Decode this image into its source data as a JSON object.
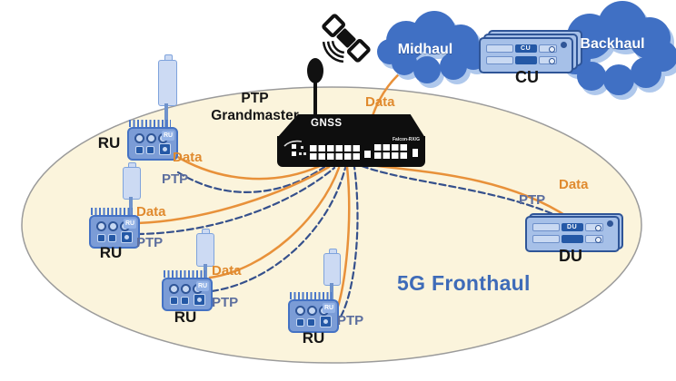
{
  "zone": {
    "label": "5G Fronthaul"
  },
  "grandmaster": {
    "title_line1": "PTP",
    "title_line2": "Grandmaster",
    "antenna_label": "GNSS",
    "model": "Falcon-RX/G"
  },
  "nodes": {
    "rus": [
      {
        "label": "RU",
        "badge": "RU"
      },
      {
        "label": "RU",
        "badge": "RU"
      },
      {
        "label": "RU",
        "badge": "RU"
      },
      {
        "label": "RU",
        "badge": "RU"
      }
    ],
    "du": {
      "label": "DU",
      "badge": "DU"
    },
    "cu": {
      "label": "CU",
      "badge": "CU"
    },
    "clouds": {
      "midhaul": "Midhaul",
      "backhaul": "Backhaul"
    }
  },
  "links": {
    "ru1": {
      "data": "Data",
      "ptp": "PTP"
    },
    "ru2": {
      "data": "Data",
      "ptp": "PTP"
    },
    "ru3": {
      "data": "Data",
      "ptp": "PTP"
    },
    "ru4": {
      "ptp": "PTP"
    },
    "du": {
      "data": "Data",
      "ptp": "PTP"
    },
    "midhaul": {
      "data": "Data"
    }
  },
  "colors": {
    "data_line": "#E8913A",
    "ptp_line": "#35508C",
    "cloud": "#4070C4",
    "cloud_shadow": "#AFC8EC",
    "zone_fill": "#FBF4DC",
    "zone_text": "#3E6BB8"
  }
}
